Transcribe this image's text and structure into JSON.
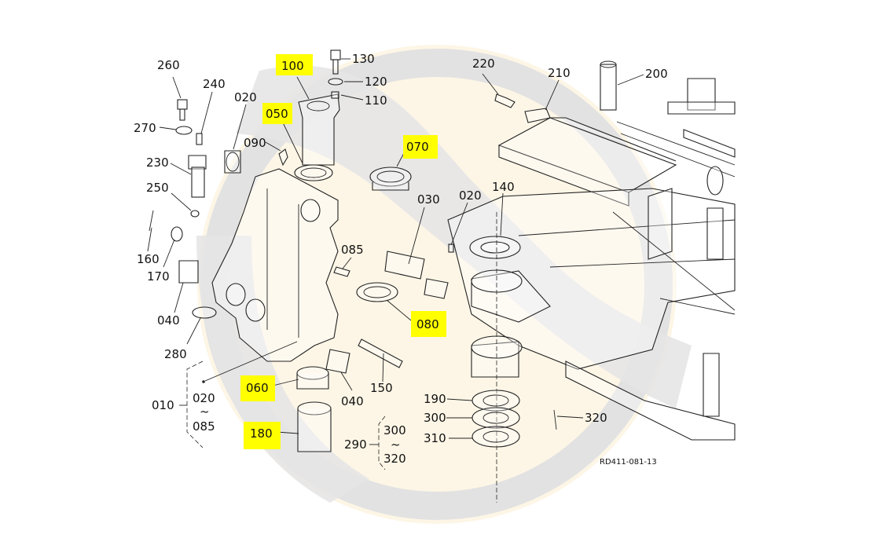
{
  "diagram": {
    "drawing_code": "RD411-081-13",
    "colors": {
      "highlight": "#ffff00",
      "watermark_ring": "#e2e2e2",
      "watermark_fill": "#fdf6e6",
      "line": "#222222"
    },
    "labels": {
      "p260": "260",
      "p240": "240",
      "p020a": "020",
      "p270": "270",
      "p230": "230",
      "p250": "250",
      "p160": "160",
      "p170": "170",
      "p040a": "040",
      "p280": "280",
      "p100": "100",
      "p130": "130",
      "p120": "120",
      "p110": "110",
      "p050": "050",
      "p090": "090",
      "p070": "070",
      "p030": "030",
      "p020b": "020",
      "p085": "085",
      "p080": "080",
      "p150": "150",
      "p040b": "040",
      "p060": "060",
      "p180": "180",
      "p220": "220",
      "p210": "210",
      "p200": "200",
      "p140": "140",
      "p190": "190",
      "p300": "300",
      "p310": "310",
      "p320": "320"
    },
    "groups": {
      "g010": {
        "label": "010",
        "from": "020",
        "tilde": "~",
        "to": "085"
      },
      "g290": {
        "label": "290",
        "from": "300",
        "tilde": "~",
        "to": "320"
      }
    },
    "highlighted_parts": [
      "100",
      "050",
      "070",
      "080",
      "060",
      "180"
    ]
  }
}
